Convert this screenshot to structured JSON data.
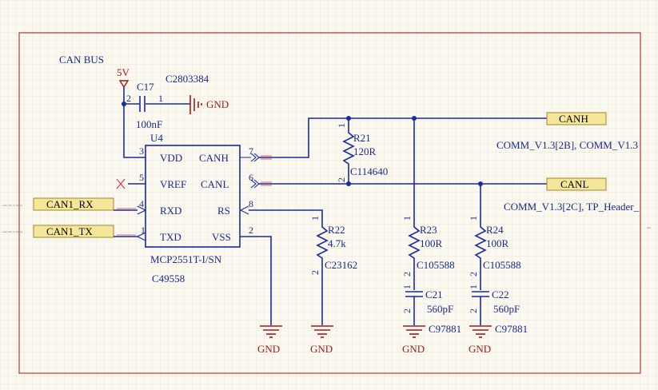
{
  "colors": {
    "background": "#fbf8ef",
    "grid": "#e6e1d3",
    "frame": "#b53a3a",
    "wire": "#1a2aa0",
    "text": "#1a2a8c",
    "ground": "#9a1c1c",
    "net_label_fill": "#f6e69a",
    "net_label_border": "#9c8a2c"
  },
  "sheet": {
    "title": "CAN BUS"
  },
  "power": {
    "label": "5V"
  },
  "c17": {
    "ref": "C17",
    "lcsc": "C2803384",
    "value": "100nF",
    "pin_left": "2",
    "pin_right": "1",
    "gnd_label": "GND"
  },
  "u4": {
    "ref": "U4",
    "part": "MCP2551T-I/SN",
    "lcsc": "C49558",
    "pins_left": [
      {
        "num": "3",
        "name": "VDD"
      },
      {
        "num": "5",
        "name": "VREF"
      },
      {
        "num": "4",
        "name": "RXD"
      },
      {
        "num": "1",
        "name": "TXD"
      }
    ],
    "pins_right": [
      {
        "num": "7",
        "name": "CANH"
      },
      {
        "num": "6",
        "name": "CANL"
      },
      {
        "num": "8",
        "name": "RS"
      },
      {
        "num": "2",
        "name": "VSS"
      }
    ]
  },
  "r21": {
    "ref": "R21",
    "value": "120R",
    "lcsc": "C114640",
    "pin1": "1",
    "pin2": "2"
  },
  "r22": {
    "ref": "R22",
    "value": "4.7k",
    "lcsc": "C23162",
    "pin1": "1",
    "pin2": "2"
  },
  "r23": {
    "ref": "R23",
    "value": "100R",
    "lcsc": "C105588",
    "pin1": "1",
    "pin2": "2"
  },
  "r24": {
    "ref": "R24",
    "value": "100R",
    "lcsc": "C105588",
    "pin1": "1",
    "pin2": "2"
  },
  "c21": {
    "ref": "C21",
    "value": "560pF",
    "lcsc": "C97881",
    "pin1": "1",
    "pin2": "2"
  },
  "c22": {
    "ref": "C22",
    "value": "560pF",
    "lcsc": "C97881",
    "pin1": "1",
    "pin2": "2"
  },
  "net_labels": {
    "canh": "CANH",
    "canl": "CANL",
    "can1_rx": "CAN1_RX",
    "can1_tx": "CAN1_TX"
  },
  "sheet_refs": {
    "canh": "COMM_V1.3[2B], COMM_V1.3",
    "canl": "COMM_V1.3[2C], TP_Header_",
    "rx_cross": "...mat_SW_V1.3[2A]",
    "tx_cross": "...mat_SW_V1.3[2A]",
    "right_edge": "Ima"
  },
  "ground_label": "GND"
}
